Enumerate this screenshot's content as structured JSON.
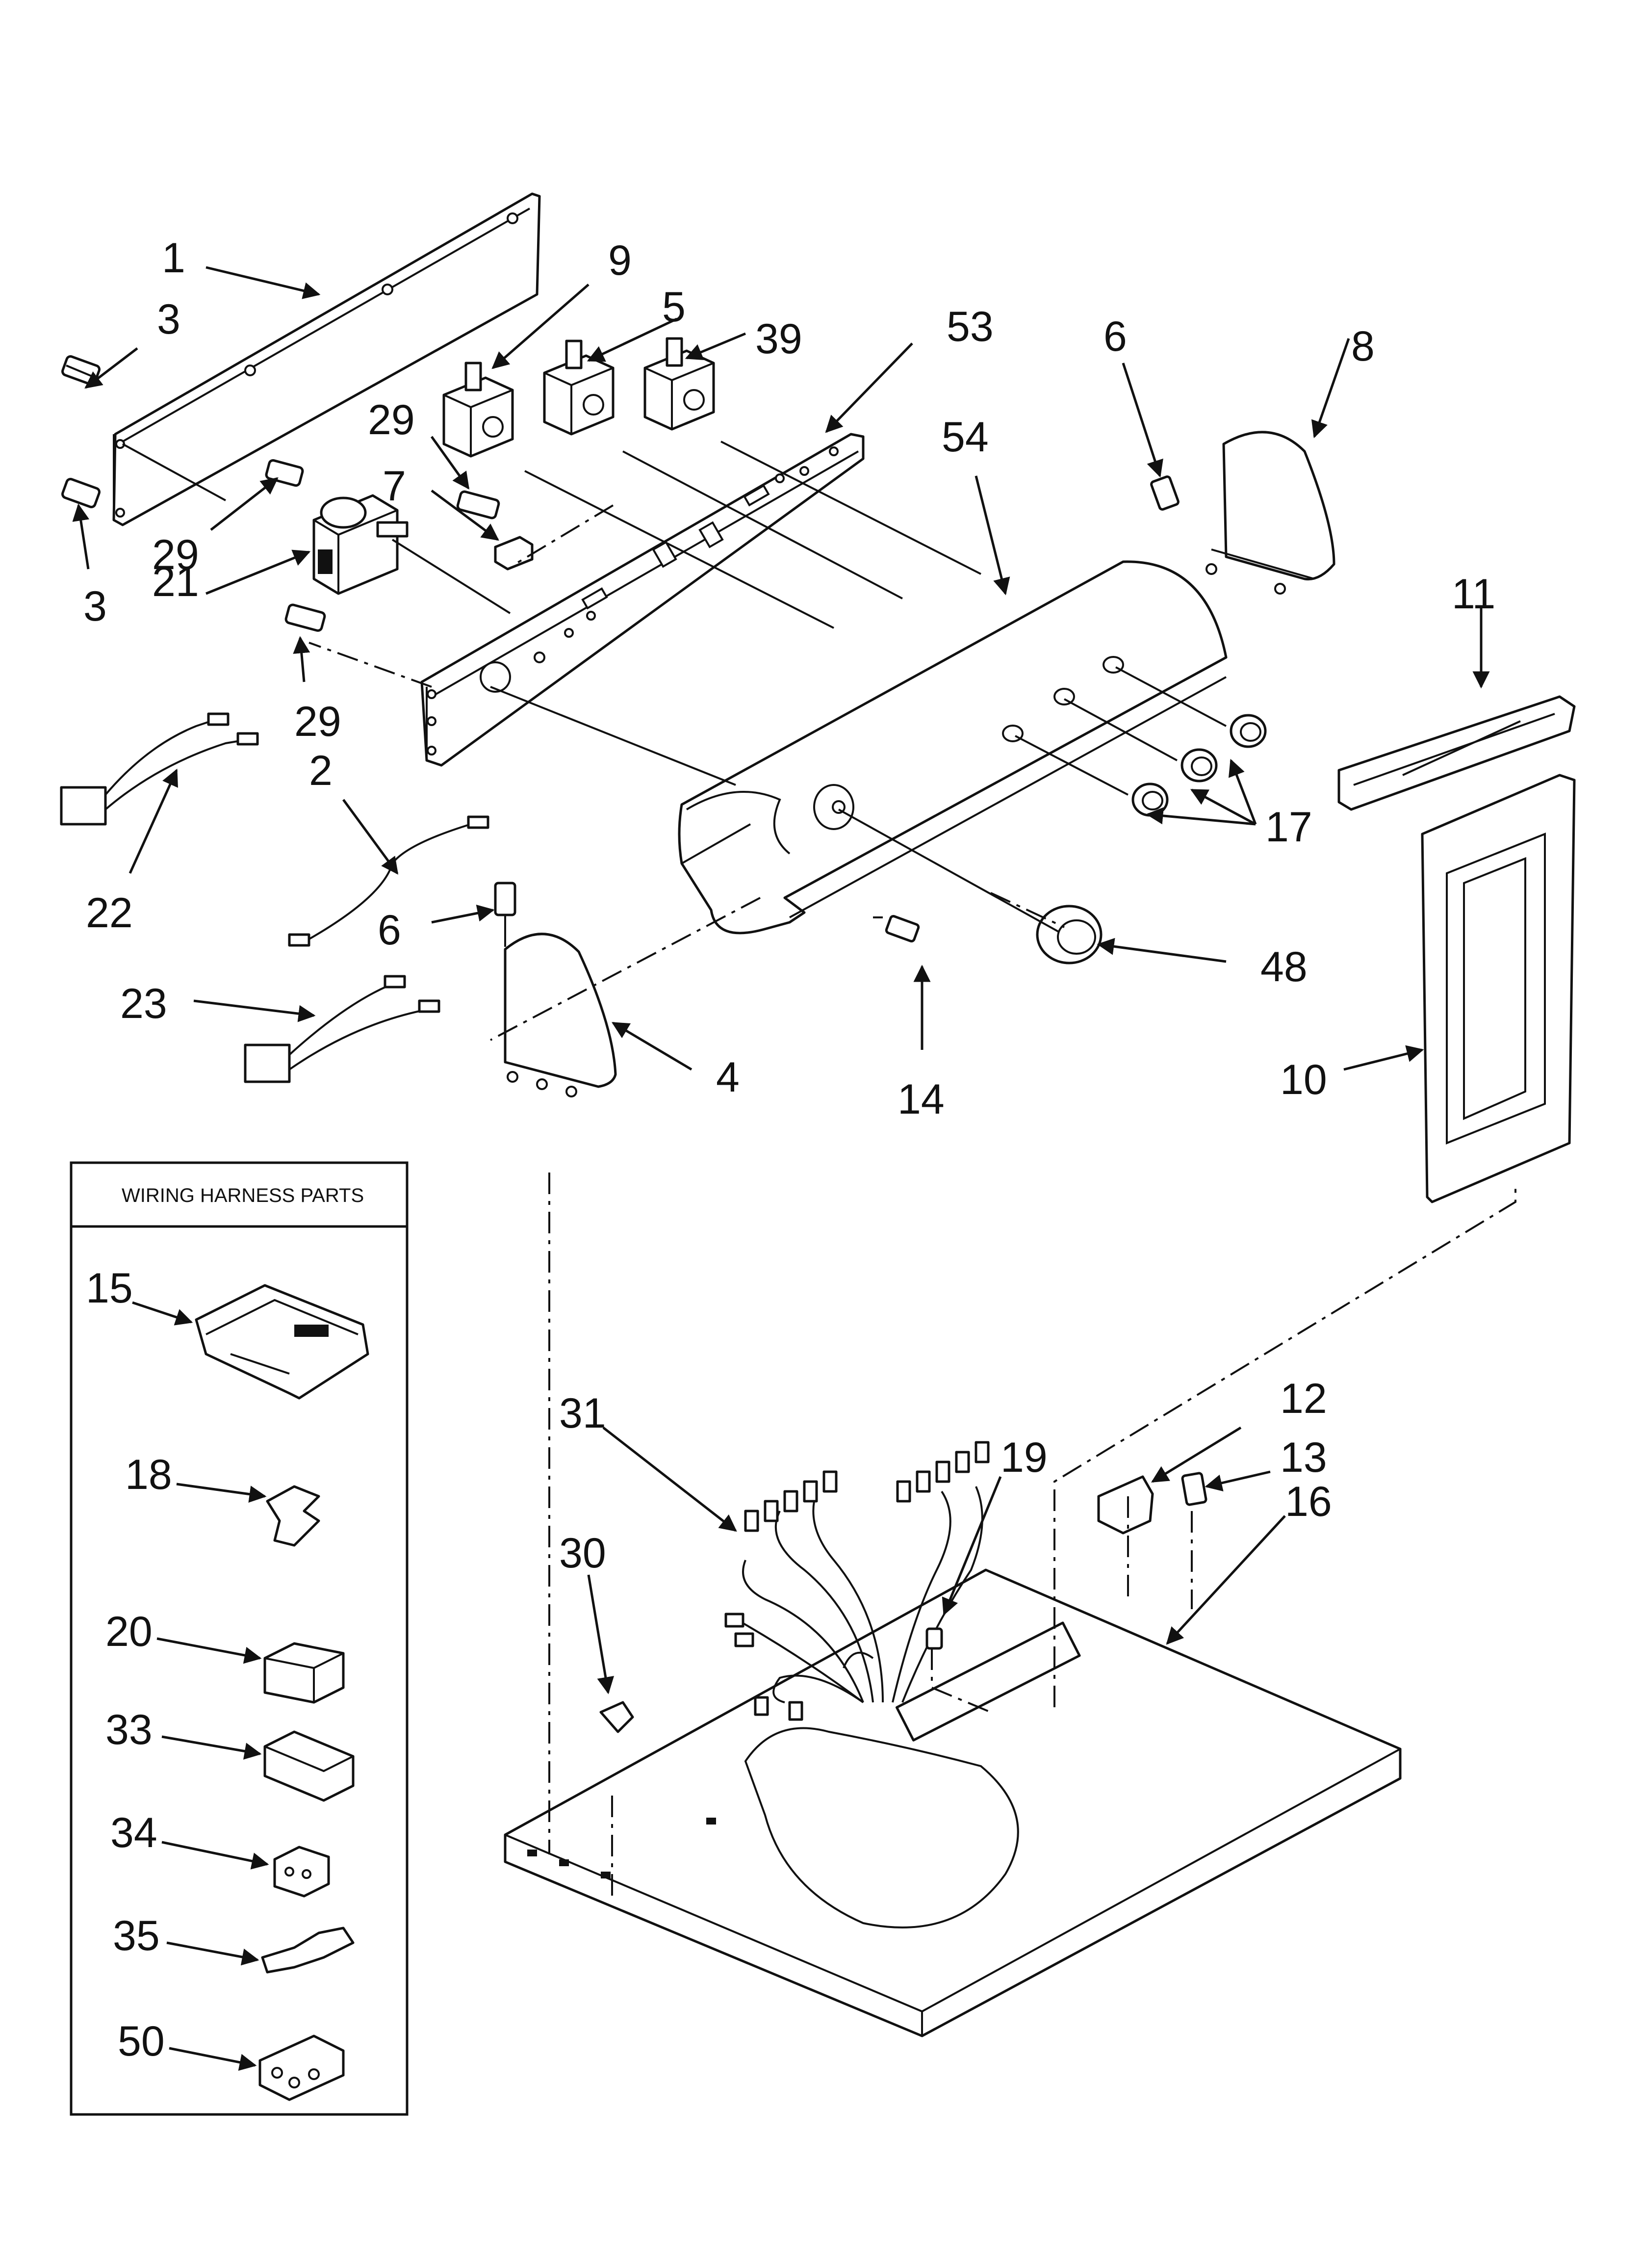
{
  "callouts": {
    "c1": "1",
    "c3a": "3",
    "c3b": "3",
    "c9": "9",
    "c5": "5",
    "c39": "39",
    "c53": "53",
    "c6a": "6",
    "c8": "8",
    "c29a": "29",
    "c7": "7",
    "c54": "54",
    "c29b": "29",
    "c21": "21",
    "c29c": "29",
    "c11": "11",
    "c2": "2",
    "c17": "17",
    "c22": "22",
    "c6b": "6",
    "c48": "48",
    "c23": "23",
    "c4": "4",
    "c14": "14",
    "c10": "10",
    "c12": "12",
    "c13": "13",
    "c31": "31",
    "c19": "19",
    "c16": "16",
    "c30": "30"
  },
  "wiring_box": {
    "title": "WIRING HARNESS PARTS",
    "c15": "15",
    "c18": "18",
    "c20": "20",
    "c33": "33",
    "c34": "34",
    "c35": "35",
    "c50": "50"
  },
  "arrowhead_marker": "filled-triangle",
  "colors": {
    "ink": "#111111",
    "background": "#ffffff"
  }
}
